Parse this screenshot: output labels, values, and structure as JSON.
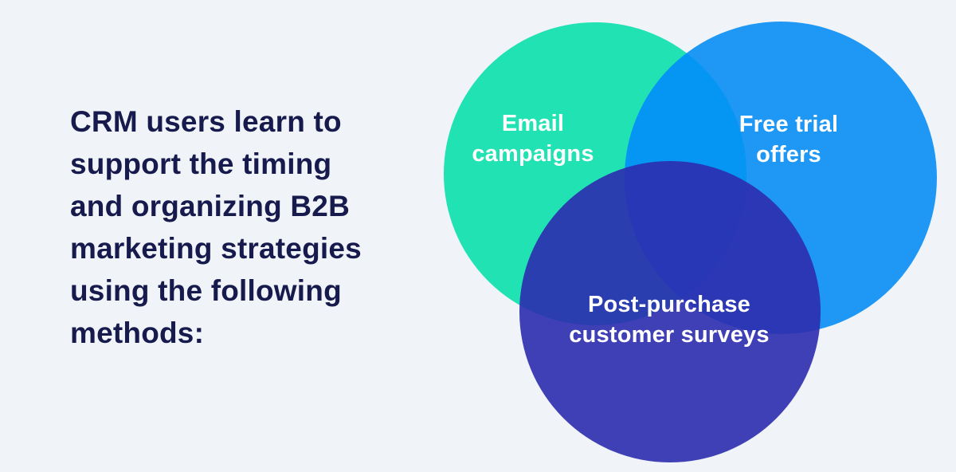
{
  "background_color": "#f0f4f8",
  "headline": {
    "text": "CRM users learn to\nsupport the timing\nand organizing B2B\nmarketing strategies\nusing the following\nmethods:",
    "color": "#171a4d"
  },
  "venn": {
    "type": "venn-diagram",
    "label_text_color": "#ffffff",
    "sets": [
      {
        "id": "email-campaigns",
        "label": "Email campaigns",
        "label_lines": "Email\ncampaigns",
        "color": "#21e2b3"
      },
      {
        "id": "free-trial-offers",
        "label": "Free trial offers",
        "label_lines": "Free trial\noffers",
        "color": "#1e97f5"
      },
      {
        "id": "post-purchase-customer-surveys",
        "label": "Post-purchase customer surveys",
        "label_lines": "Post-purchase\ncustomer surveys",
        "color": "#2c2cae"
      }
    ],
    "overlap_green_blue_color": "#0595f2"
  }
}
